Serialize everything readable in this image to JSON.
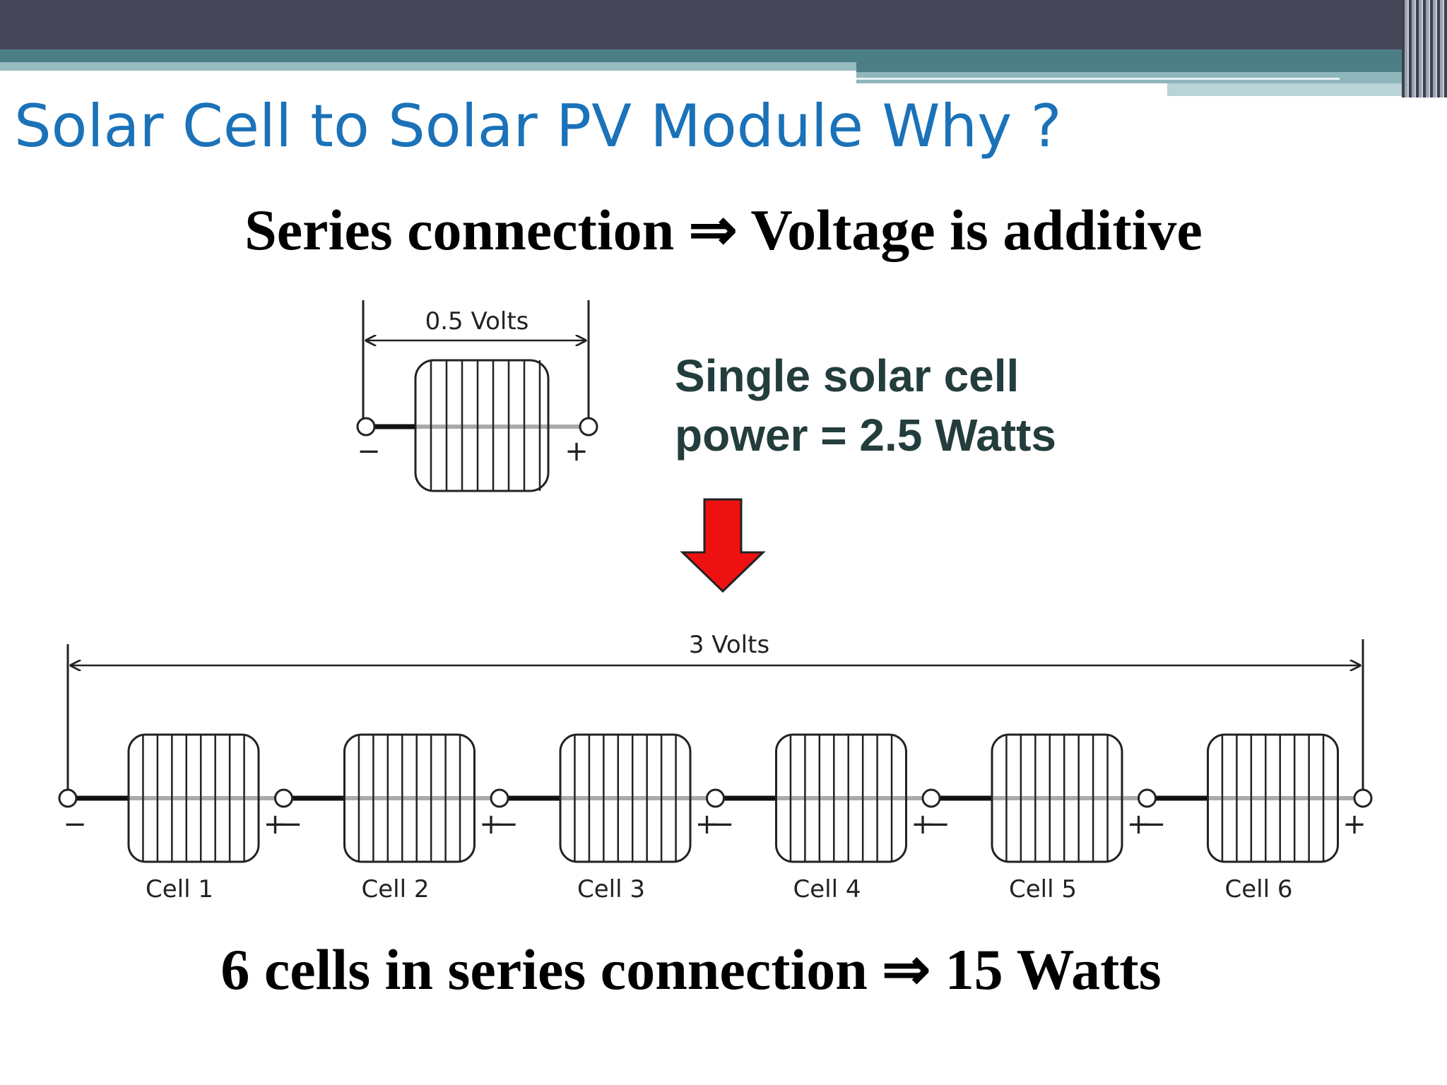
{
  "slide": {
    "title": "Solar Cell to Solar PV Module Why ?",
    "heading_top": "Series connection ⇒ Voltage is additive",
    "heading_bottom": "6 cells in series connection ⇒ 15 Watts"
  },
  "single_cell": {
    "voltage_label": "0.5 Volts",
    "caption_line1": "Single solar cell",
    "caption_line2": "power = 2.5 Watts",
    "minus": "−",
    "plus": "+"
  },
  "series_string": {
    "voltage_label": "3 Volts",
    "cells": [
      "Cell 1",
      "Cell 2",
      "Cell 3",
      "Cell 4",
      "Cell 5",
      "Cell 6"
    ],
    "minus": "−",
    "plus": "+"
  },
  "colors": {
    "title": "#1b72b8",
    "caption": "#233d3c",
    "arrow": "#ee1111",
    "topbar": "#454657",
    "accent_band": "#4c7e86"
  }
}
